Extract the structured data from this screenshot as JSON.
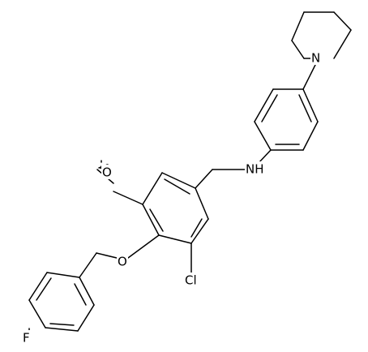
{
  "molecule": {
    "atoms": {
      "N_amine": "NH",
      "N_piperidine": "N",
      "O_methoxy": "O",
      "O_ether": "O",
      "Cl": "Cl",
      "F": "F"
    },
    "colors": {
      "bond": "#000000",
      "label": "#000000",
      "background": "#ffffff"
    }
  }
}
